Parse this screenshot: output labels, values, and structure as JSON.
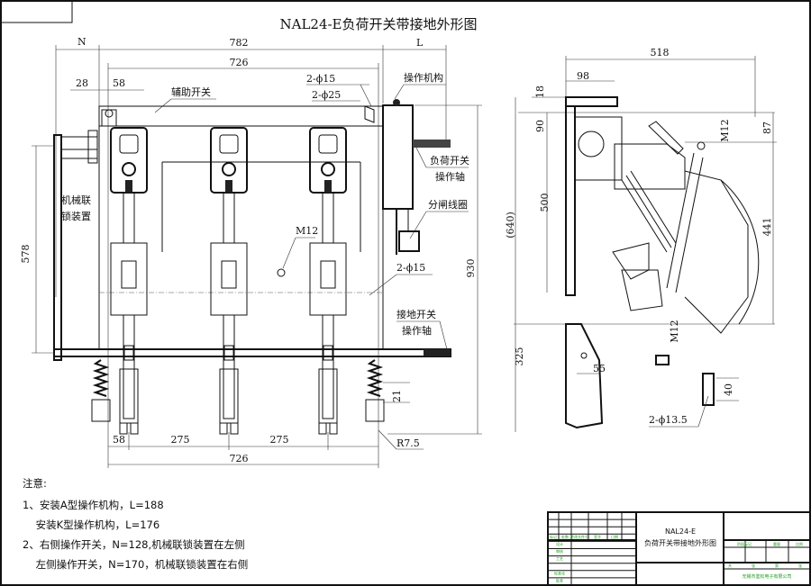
{
  "title": "NAL24-E负荷开关带接地外形图",
  "front_view": {
    "dims": {
      "n": "N",
      "width_782": "782",
      "l": "L",
      "width_726_top": "726",
      "d28": "28",
      "d58_top": "58",
      "hole_2_15_top": "2-ϕ15",
      "hole_2_25": "2-ϕ25",
      "h930": "930",
      "h578": "578",
      "m12": "M12",
      "hole_2_15_mid": "2-ϕ15",
      "d21": "21",
      "r7_5": "R7.5",
      "d58_bottom": "58",
      "d275_a": "275",
      "d275_b": "275",
      "width_726_bottom": "726"
    },
    "labels": {
      "aux_switch": "辅助开关",
      "operating_mechanism": "操作机构",
      "load_switch_shaft_1": "负荷开关",
      "load_switch_shaft_2": "操作轴",
      "trip_coil": "分闸线圈",
      "earth_switch_shaft_1": "接地开关",
      "earth_switch_shaft_2": "操作轴",
      "interlock_1": "机械联",
      "interlock_2": "锁装置"
    }
  },
  "side_view": {
    "dims": {
      "w518": "518",
      "d98": "98",
      "d18": "18",
      "d90": "90",
      "m12_top": "M12",
      "d87": "87",
      "h500": "500",
      "h640": "(640)",
      "h441": "441",
      "m12_bottom": "M12",
      "h325": "325",
      "d55": "55",
      "d40": "40",
      "hole_2_13_5": "2-ϕ13.5"
    }
  },
  "notes": {
    "heading": "注意:",
    "lines": [
      "1、安装A型操作机构，L=188",
      "    安装K型操作机构，L=176",
      "2、右侧操作开关，N=128,机械联锁装置在左侧",
      "    左侧操作开关，N=170，机械联锁装置在右侧"
    ]
  },
  "title_block": {
    "model": "NAL24-E",
    "drawing_name": "负荷开关带接地外形图",
    "left_headers": [
      "标记",
      "处数",
      "更改文件号",
      "签字",
      "日期"
    ],
    "left_rows": [
      "设计",
      "审核",
      "工艺",
      "",
      "标准化",
      "批准"
    ],
    "right_headers": [
      "阶段标记",
      "重量",
      "比例"
    ],
    "sheet": [
      "共",
      "张",
      "第",
      "张"
    ],
    "company": "无锡市鉴松电子有限公司"
  }
}
